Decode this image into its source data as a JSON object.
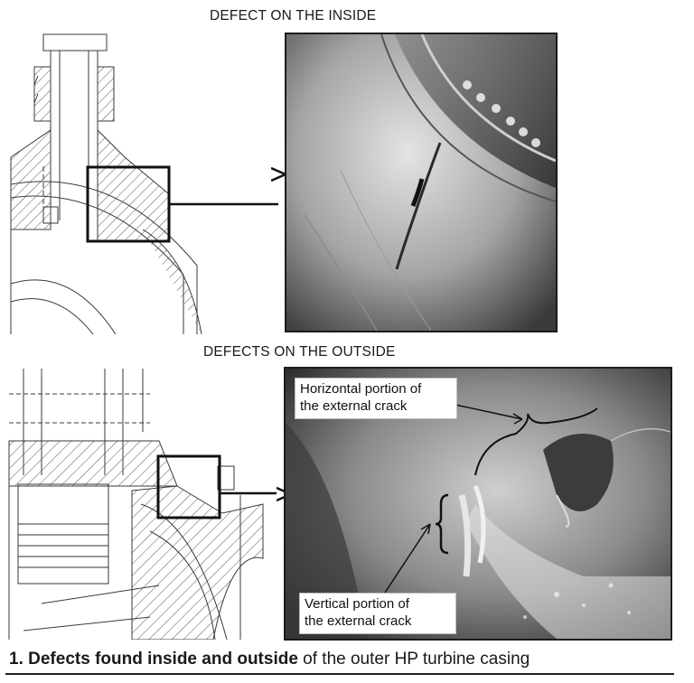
{
  "figure": {
    "top_heading": "DEFECT ON THE INSIDE",
    "bottom_heading": "DEFECTS ON THE OUTSIDE",
    "callouts": {
      "horizontal_line1": "Horizontal portion of",
      "horizontal_line2": "the external crack",
      "vertical_line1": "Vertical portion of",
      "vertical_line2": "the external crack"
    },
    "caption": {
      "number": "1.",
      "bold": "Defects found inside and outside",
      "rest": "of the outer HP turbine casing"
    }
  },
  "colors": {
    "ink": "#1c1c1c",
    "hatch": "#555555",
    "photo_light": "#d9d9d9",
    "photo_dark": "#2a2a2a"
  }
}
